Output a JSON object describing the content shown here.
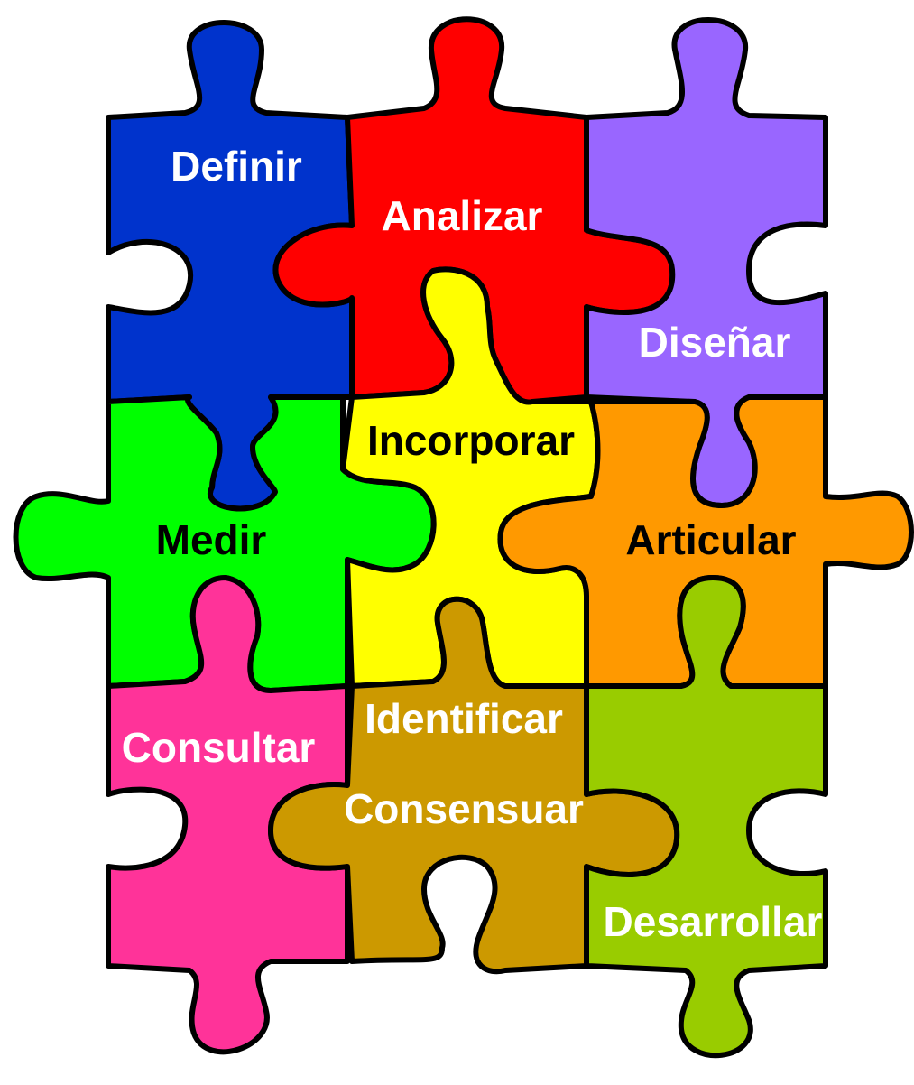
{
  "pieces": [
    {
      "id": "definir",
      "label": "Definir",
      "fill": "#0033cc",
      "text_color": "#ffffff"
    },
    {
      "id": "analizar",
      "label": "Analizar",
      "fill": "#ff0000",
      "text_color": "#ffffff"
    },
    {
      "id": "disenar",
      "label": "Diseñar",
      "fill": "#9966ff",
      "text_color": "#ffffff"
    },
    {
      "id": "medir",
      "label": "Medir",
      "fill": "#00ff00",
      "text_color": "#000000"
    },
    {
      "id": "incorporar",
      "label": "Incorporar",
      "fill": "#ffff00",
      "text_color": "#000000"
    },
    {
      "id": "articular",
      "label": "Articular",
      "fill": "#ff9900",
      "text_color": "#000000"
    },
    {
      "id": "consultar",
      "label": "Consultar",
      "fill": "#ff3399",
      "text_color": "#ffffff"
    },
    {
      "id": "identificar",
      "label": "Identificar",
      "fill": "#cc9900",
      "text_color": "#ffffff"
    },
    {
      "id": "consensuar",
      "label": "Consensuar",
      "fill": "#cc9900",
      "text_color": "#ffffff"
    },
    {
      "id": "desarrollar",
      "label": "Desarrollar",
      "fill": "#99cc00",
      "text_color": "#ffffff"
    }
  ]
}
